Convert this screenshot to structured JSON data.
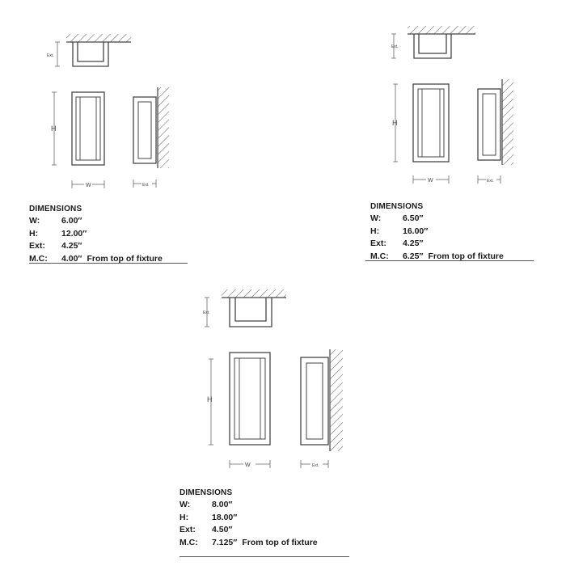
{
  "drawing_labels": {
    "width": "W",
    "height": "H",
    "extension": "Ext."
  },
  "stroke_color": "#444444",
  "dimension_blocks": [
    {
      "title": "DIMENSIONS",
      "rows": [
        {
          "label": "W:",
          "value": "6.00″",
          "note": ""
        },
        {
          "label": "H:",
          "value": "12.00″",
          "note": ""
        },
        {
          "label": "Ext:",
          "value": "4.25″",
          "note": ""
        },
        {
          "label": "M.C:",
          "value": "4.00″",
          "note": "From top of fixture"
        }
      ]
    },
    {
      "title": "DIMENSIONS",
      "rows": [
        {
          "label": "W:",
          "value": "6.50″",
          "note": ""
        },
        {
          "label": "H:",
          "value": "16.00″",
          "note": ""
        },
        {
          "label": "Ext:",
          "value": "4.25″",
          "note": ""
        },
        {
          "label": "M.C:",
          "value": "6.25″",
          "note": "From top of fixture"
        }
      ]
    },
    {
      "title": "DIMENSIONS",
      "rows": [
        {
          "label": "W:",
          "value": "8.00″",
          "note": ""
        },
        {
          "label": "H:",
          "value": "18.00″",
          "note": ""
        },
        {
          "label": "Ext:",
          "value": "4.50″",
          "note": ""
        },
        {
          "label": "M.C:",
          "value": "7.125″",
          "note": "From top of fixture"
        }
      ]
    }
  ]
}
